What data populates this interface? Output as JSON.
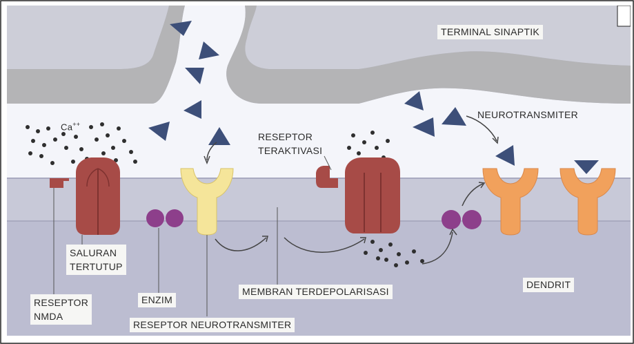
{
  "labels": {
    "terminal_sinaptik": "TERMINAL SINAPTIK",
    "neurotransmiter": "NEUROTRANSMITER",
    "calcium": "Ca++",
    "reseptor_teraktivasi": "RESEPTOR\nTERAKTIVASI",
    "saluran_tertutup": "SALURAN\nTERTUTUP",
    "reseptor_nmda": "RESEPTOR\nNMDA",
    "enzim": "ENZIM",
    "membran_terdepolarisasi": "MEMBRAN TERDEPOLARISASI",
    "dendrit": "DENDRIT",
    "reseptor_neurotransmiter": "RESEPTOR NEUROTRANSMITER"
  },
  "colors": {
    "cytoplasm_top": "#cdced8",
    "membrane": "#b4b4b6",
    "synaptic_cleft": "#f4f5fa",
    "postsynaptic_membrane": "#c8c9d8",
    "postsynaptic_cytoplasm": "#bcbdd1",
    "nmda_receptor": "#a74b47",
    "neurotransmitter_receptor_yellow": "#f5e59a",
    "neurotransmitter_receptor_orange": "#f1a15c",
    "enzyme": "#8d3f8b",
    "neurotransmitter": "#3d4f79",
    "calcium_dot": "#2f2f2f"
  }
}
